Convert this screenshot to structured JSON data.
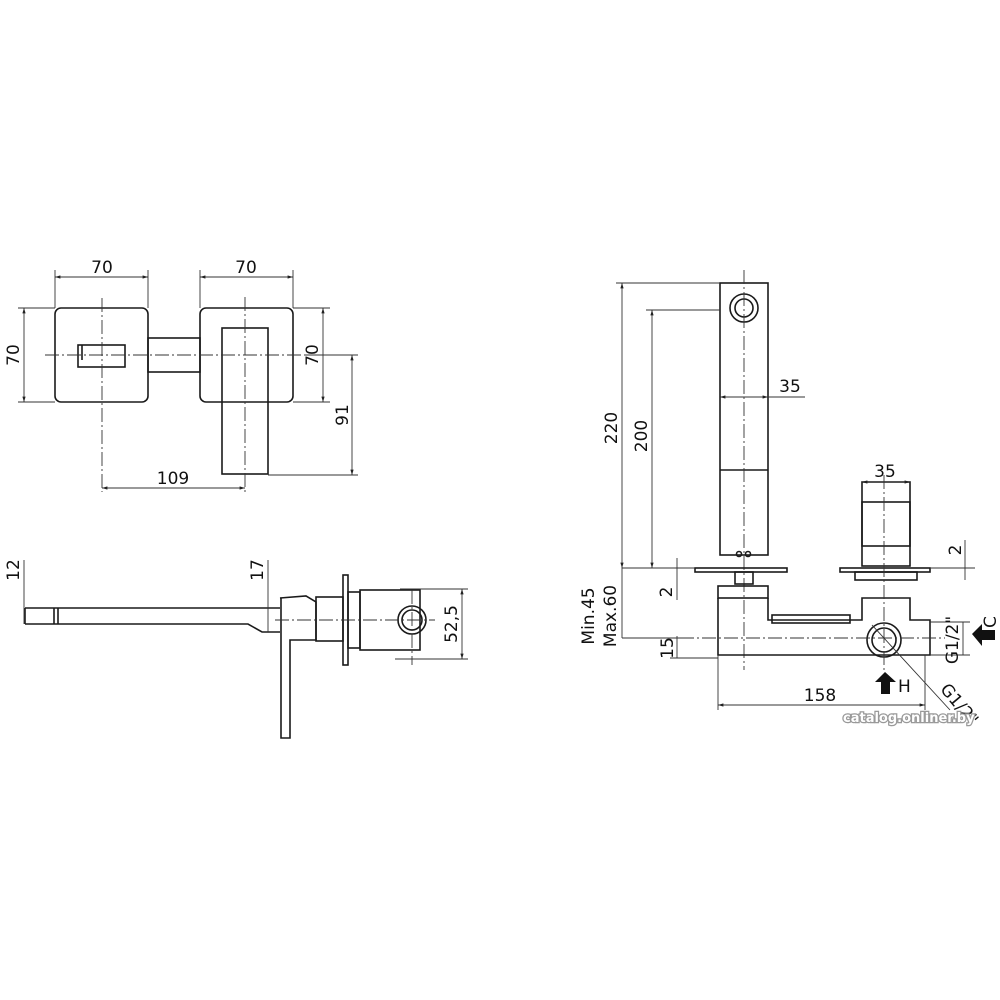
{
  "top_view": {
    "width_left": "70",
    "width_right": "70",
    "height_left": "70",
    "height_right": "70",
    "centers": "109",
    "handle_depth": "91"
  },
  "side_view": {
    "spout_height": "12",
    "spout_end": "17",
    "body_depth": "52,5"
  },
  "front_view": {
    "total_height": "220",
    "spout_height": "200",
    "spout_width": "35",
    "valve_width": "35",
    "flange_left": "2",
    "flange_right": "2",
    "min_depth": "Min.45",
    "max_depth": "Max.60",
    "offset": "15",
    "length": "158",
    "thread_cold": "G1/2\"",
    "thread_hot": "G1/2\"",
    "cold_label": "C",
    "hot_label": "H"
  },
  "watermark": "catalog.onliner.by"
}
